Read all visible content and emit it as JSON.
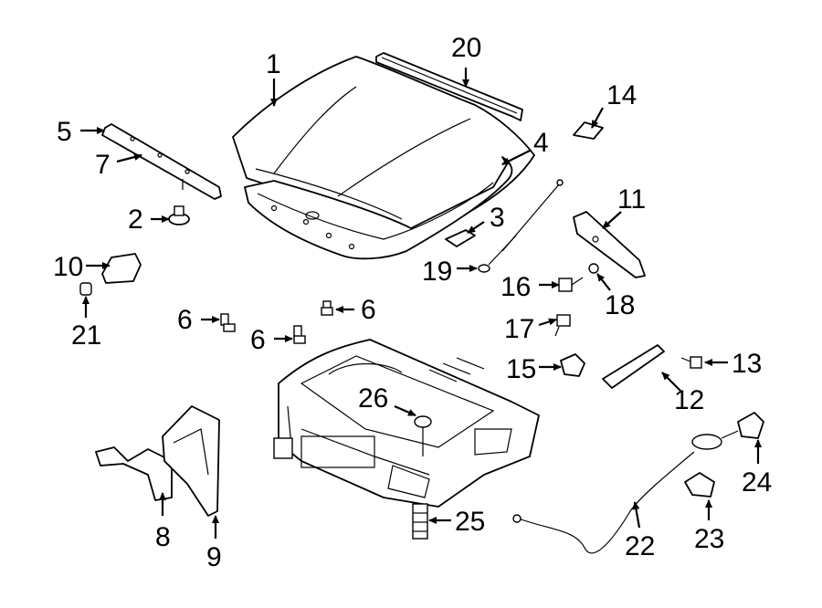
{
  "callouts": [
    {
      "id": "c1",
      "label": "1"
    },
    {
      "id": "c2",
      "label": "2"
    },
    {
      "id": "c3",
      "label": "3"
    },
    {
      "id": "c4",
      "label": "4"
    },
    {
      "id": "c5",
      "label": "5"
    },
    {
      "id": "c6a",
      "label": "6"
    },
    {
      "id": "c6b",
      "label": "6"
    },
    {
      "id": "c6c",
      "label": "6"
    },
    {
      "id": "c7",
      "label": "7"
    },
    {
      "id": "c8",
      "label": "8"
    },
    {
      "id": "c9",
      "label": "9"
    },
    {
      "id": "c10",
      "label": "10"
    },
    {
      "id": "c11",
      "label": "11"
    },
    {
      "id": "c12",
      "label": "12"
    },
    {
      "id": "c13",
      "label": "13"
    },
    {
      "id": "c14",
      "label": "14"
    },
    {
      "id": "c15",
      "label": "15"
    },
    {
      "id": "c16",
      "label": "16"
    },
    {
      "id": "c17",
      "label": "17"
    },
    {
      "id": "c18",
      "label": "18"
    },
    {
      "id": "c19",
      "label": "19"
    },
    {
      "id": "c20",
      "label": "20"
    },
    {
      "id": "c21",
      "label": "21"
    },
    {
      "id": "c22",
      "label": "22"
    },
    {
      "id": "c23",
      "label": "23"
    },
    {
      "id": "c24",
      "label": "24"
    },
    {
      "id": "c25",
      "label": "25"
    },
    {
      "id": "c26",
      "label": "26"
    }
  ]
}
